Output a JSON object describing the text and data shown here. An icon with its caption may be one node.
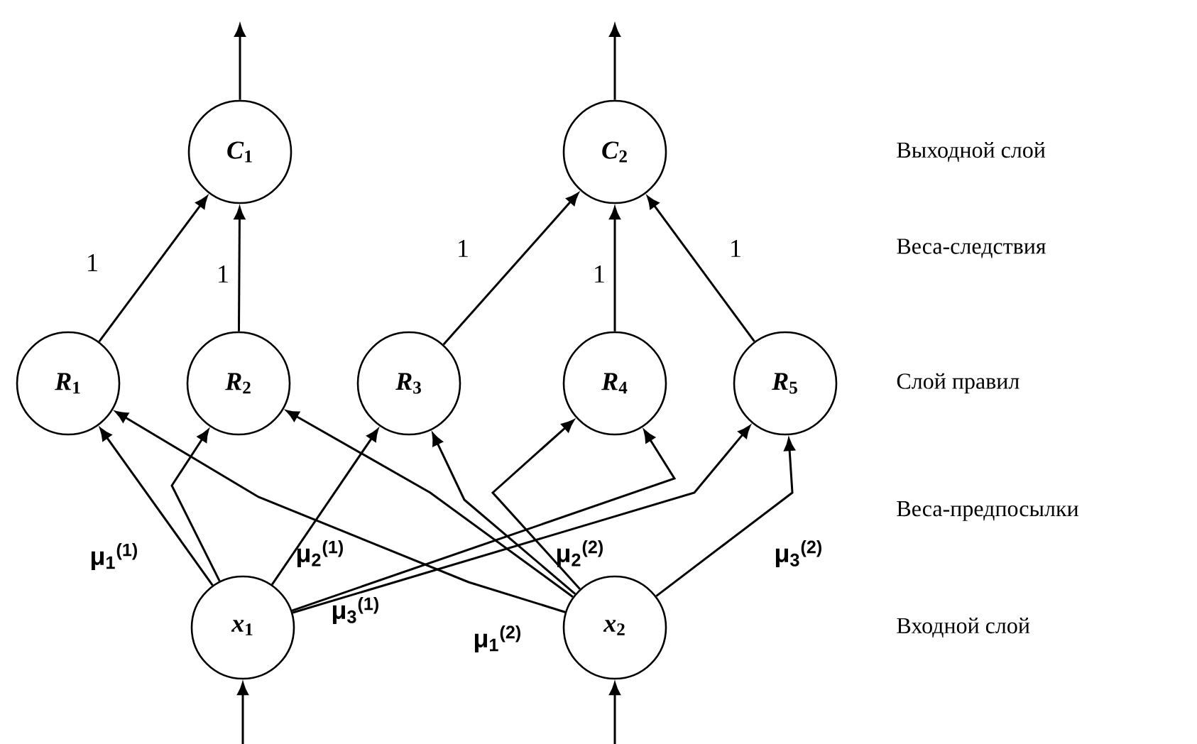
{
  "diagram": {
    "nodes": [
      {
        "text": [
          "*C*$_{1}$"
        ]
      },
      {
        "text": [
          "*C*$_{2}$"
        ]
      },
      {
        "text": [
          "*R*$_{1}$"
        ]
      },
      {
        "text": [
          "*R*$_{2}$"
        ]
      },
      {
        "text": [
          "*R*$_{3}$"
        ]
      },
      {
        "text": [
          "*R*$_{4}$"
        ]
      },
      {
        "text": [
          "*R*$_{5}$"
        ]
      },
      {
        "text": [
          "*x*$_{1}$"
        ]
      },
      {
        "text": [
          "*x*$_{2}$"
        ]
      }
    ],
    "edges": [
      {
        "from": 2,
        "to": 0,
        "arrow": "to",
        "label": "1"
      },
      {
        "from": 3,
        "to": 0,
        "arrow": "to",
        "label": "1"
      },
      {
        "from": 4,
        "to": 1,
        "arrow": "to",
        "label": "1"
      },
      {
        "from": 5,
        "to": 1,
        "arrow": "to",
        "label": "1"
      },
      {
        "from": 6,
        "to": 1,
        "arrow": "to",
        "label": "1"
      },
      {
        "from": 7,
        "to": 2,
        "arrow": "to"
      },
      {
        "from": 7,
        "to": 3,
        "arrow": "to"
      },
      {
        "from": 7,
        "to": 4,
        "arrow": "to"
      },
      {
        "from": 7,
        "to": 5,
        "arrow": "to"
      },
      {
        "from": 7,
        "to": 6,
        "arrow": "to"
      },
      {
        "from": 8,
        "to": 2,
        "arrow": "to"
      },
      {
        "from": 8,
        "to": 3,
        "arrow": "to"
      },
      {
        "from": 8,
        "to": 4,
        "arrow": "to"
      },
      {
        "from": 8,
        "to": 5,
        "arrow": "to"
      },
      {
        "from": 8,
        "to": 6,
        "arrow": "to"
      },
      {
        "from": 0,
        "to": null,
        "arrow": "to"
      },
      {
        "from": 1,
        "to": null,
        "arrow": "to"
      },
      {
        "from": null,
        "to": 7,
        "arrow": "to"
      },
      {
        "from": null,
        "to": 8,
        "arrow": "to"
      }
    ],
    "labels": [
      "Выходной слой",
      "Веса-следствия",
      "Слой правил",
      "Веса-предпосылки",
      "μ$_{1}$$^{(1)}$",
      "μ$_{2}$$^{(1)}$",
      "μ$_{2}$$^{(2)}$",
      "μ$_{3}$$^{(2)}$",
      "μ$_{3}$$^{(1)}$",
      "Входной слой",
      "μ$_{1}$$^{(2)}$"
    ]
  }
}
